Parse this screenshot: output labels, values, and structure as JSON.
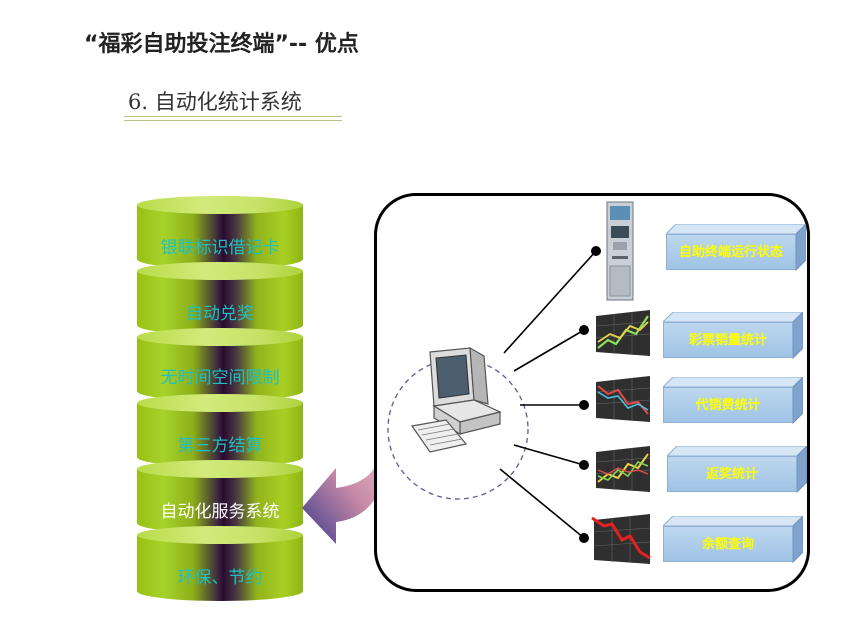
{
  "header": {
    "title": "“福彩自助投注终端”-- 优点",
    "subtitle": "6. 自动化统计系统"
  },
  "stack": {
    "items": [
      {
        "label": "银联标识借记卡",
        "color": "#20c0c0"
      },
      {
        "label": "自动兑奖",
        "color": "#20c0c0"
      },
      {
        "label": "无时间空间限制",
        "color": "#20c0c0"
      },
      {
        "label": "第三方结算",
        "color": "#20c0c0"
      },
      {
        "label": "自动化服务系统",
        "color": "#ffffff"
      },
      {
        "label": "环保、节约",
        "color": "#20c0c0"
      }
    ]
  },
  "stats": {
    "items": [
      {
        "label": "自助终端运行状态",
        "icon": "atm-kiosk-icon"
      },
      {
        "label": "彩票销量统计",
        "icon": "line-chart-up-icon"
      },
      {
        "label": "代销费统计",
        "icon": "line-chart-down-icon"
      },
      {
        "label": "返奖统计",
        "icon": "line-chart-up-icon"
      },
      {
        "label": "余额查询",
        "icon": "line-chart-red-down-icon"
      }
    ]
  },
  "colors": {
    "accent_text": "#ffff00",
    "box_fill": "#bdd7ee",
    "cylinder_green": "#a7d22a",
    "arrow_purple": "#3f3a8c"
  }
}
